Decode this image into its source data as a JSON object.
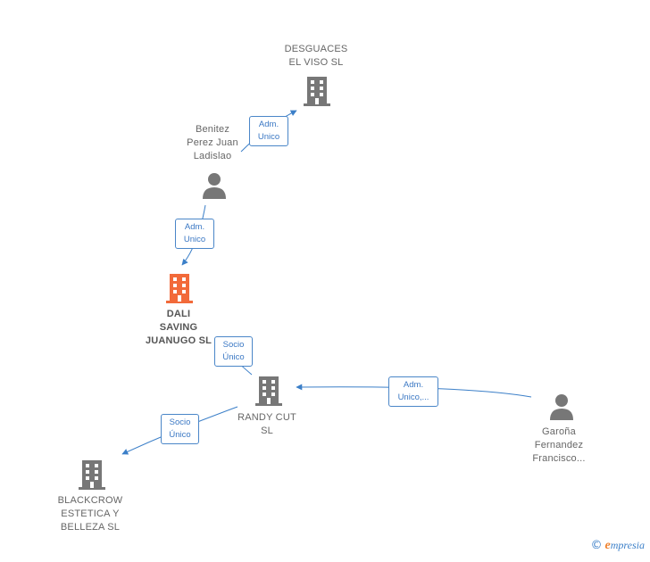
{
  "colors": {
    "edge": "#3b7fc8",
    "company": "#777777",
    "focus_company": "#f26a3a",
    "person": "#777777"
  },
  "nodes": {
    "desguaces": {
      "label": "DESGUACES\nEL VISO  SL",
      "icon": "building-icon"
    },
    "benitez": {
      "label": "Benitez\nPerez Juan\nLadislao",
      "icon": "person-icon"
    },
    "dali": {
      "label": "DALI\nSAVING\nJUANUGO  SL",
      "icon": "building-icon"
    },
    "randy": {
      "label": "RANDY CUT\nSL",
      "icon": "building-icon"
    },
    "blackcrow": {
      "label": "BLACKCROW\nESTETICA Y\nBELLEZA  SL",
      "icon": "building-icon"
    },
    "garona": {
      "label": "Garoña\nFernandez\nFrancisco...",
      "icon": "person-icon"
    }
  },
  "edges": {
    "benitez_desguaces": "Adm.\nUnico",
    "benitez_dali": "Adm.\nUnico",
    "dali_randy": "Socio\nÚnico",
    "randy_blackcrow": "Socio\nÚnico",
    "garona_randy": "Adm.\nUnico,..."
  },
  "brand": {
    "copyright": "©",
    "e": "e",
    "name": "mpresia"
  }
}
